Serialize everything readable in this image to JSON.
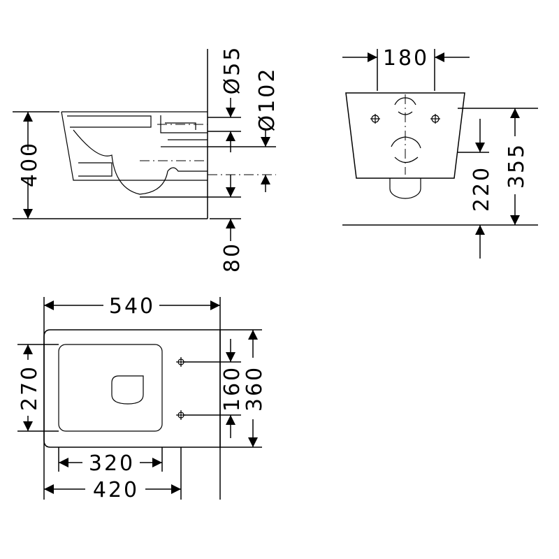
{
  "side_view": {
    "height": "400",
    "outlet_small": "Ø55",
    "outlet_large": "Ø102",
    "offset": "80"
  },
  "front_view": {
    "fixing_spacing": "180",
    "fixing_height": "220",
    "total_height": "355"
  },
  "top_view": {
    "length": "540",
    "seat_width": "270",
    "fixing_spacing": "160",
    "width": "360",
    "seat_length": "320",
    "inner_length": "420"
  }
}
